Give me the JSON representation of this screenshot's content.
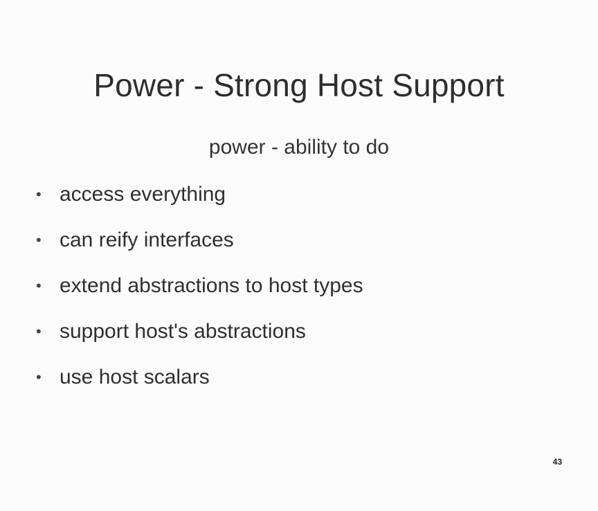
{
  "slide": {
    "title": "Power - Strong Host Support",
    "subtitle": "power - ability to do",
    "bullet_glyph": "•",
    "bullets": [
      "access everything",
      "can reify interfaces",
      "extend abstractions to host types",
      "support host's abstractions",
      "use host scalars"
    ],
    "page_number": "43"
  }
}
